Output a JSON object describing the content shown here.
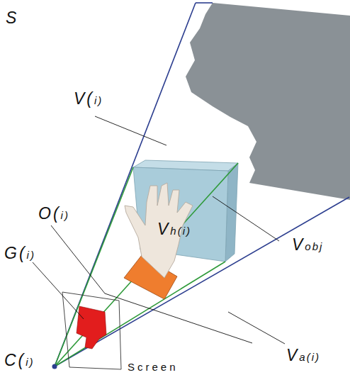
{
  "diagram": {
    "labels": [
      "S",
      "V(i)",
      "O(i)",
      "G(i)",
      "C(i)",
      "Vh(i)",
      "Vobj",
      "Va(i)",
      "Screen"
    ]
  }
}
